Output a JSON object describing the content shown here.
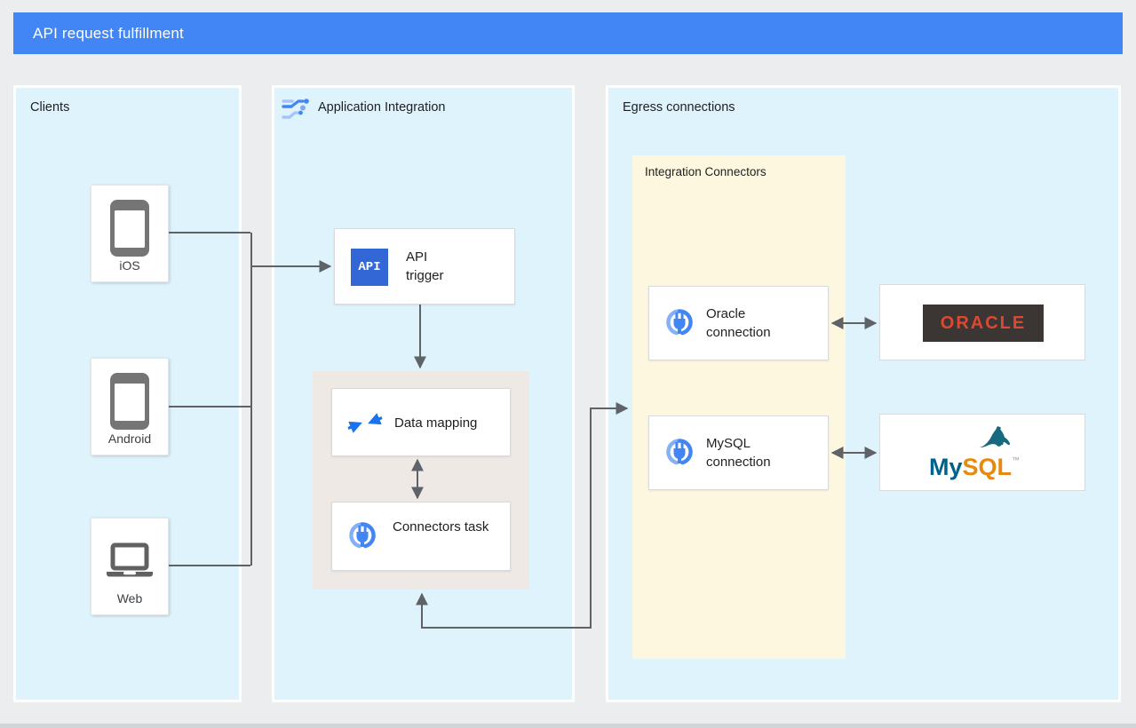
{
  "header": {
    "title": "API request fulfillment"
  },
  "clients_panel": {
    "title": "Clients",
    "items": [
      {
        "label": "iOS",
        "icon": "smartphone-icon"
      },
      {
        "label": "Android",
        "icon": "smartphone-icon"
      },
      {
        "label": "Web",
        "icon": "laptop-icon"
      }
    ]
  },
  "integration_panel": {
    "title": "Application Integration",
    "api_trigger": {
      "icon_text": "API",
      "label": "API trigger"
    },
    "data_mapping": {
      "label": "Data mapping"
    },
    "connectors_task": {
      "label": "Connectors task"
    }
  },
  "egress_panel": {
    "title": "Egress connections",
    "integration_connectors": {
      "title": "Integration Connectors",
      "oracle_connection": {
        "label": "Oracle connection"
      },
      "mysql_connection": {
        "label": "MySQL connection"
      }
    },
    "oracle_logo": {
      "text": "ORACLE"
    },
    "mysql_logo": {
      "text_my": "My",
      "text_sql": "SQL",
      "trademark": "™"
    }
  },
  "colors": {
    "header_bg": "#4285F4",
    "panel_bg": "#DFF3FC",
    "task_group_bg": "#EFE9E6",
    "connectors_group_bg": "#FEF7E0",
    "wire": "#5F6368",
    "api_icon_bg": "#3367D6",
    "connector_icon_blue": "#4285F4",
    "oracle_badge_bg": "#3B3533",
    "oracle_red": "#DA4A32",
    "mysql_blue": "#00618A",
    "mysql_orange": "#E8890F"
  }
}
